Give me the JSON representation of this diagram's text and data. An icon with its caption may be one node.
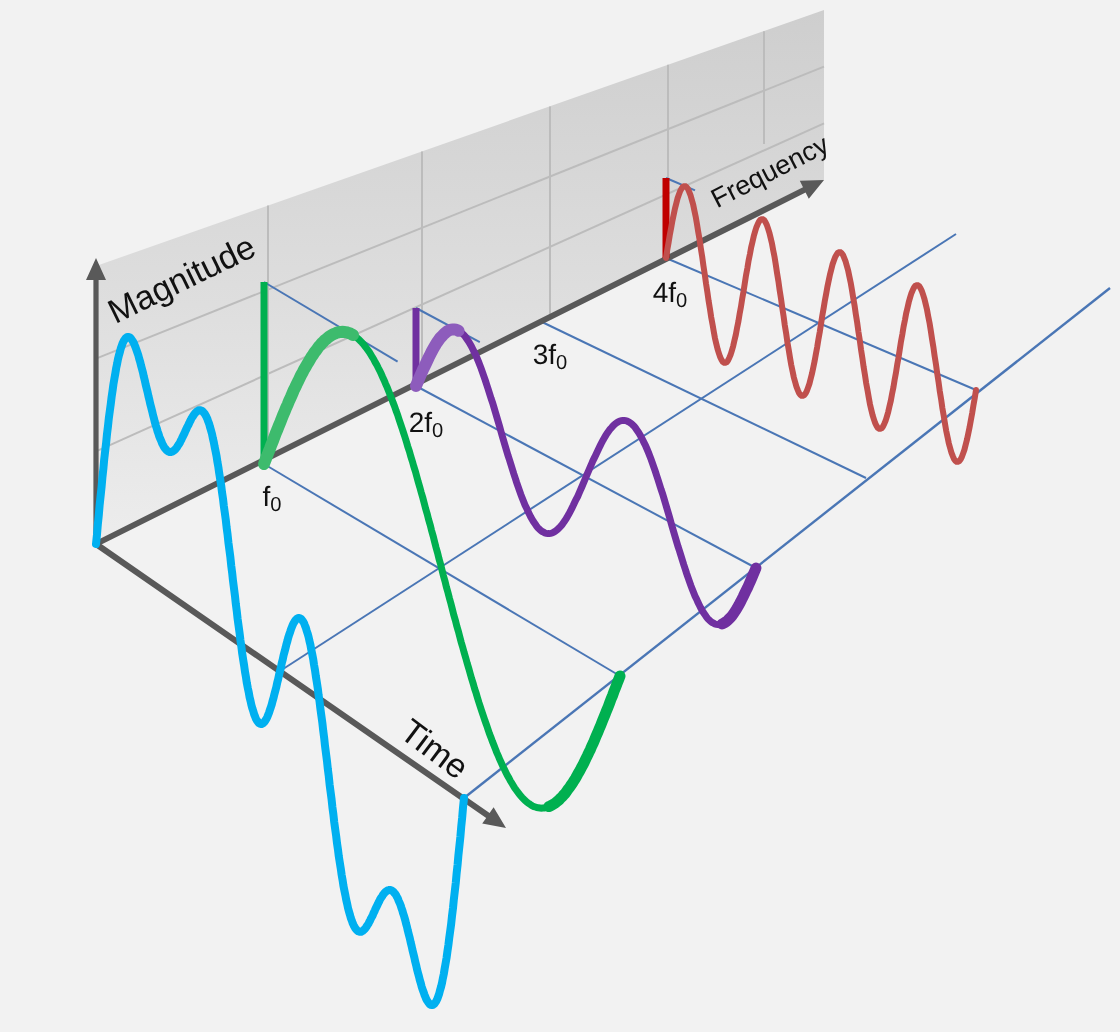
{
  "diagram": {
    "labels": [
      "Magnitude",
      "Frequency",
      "f$_{0}$",
      "2f$_{0}$",
      "3f$_{0}$",
      "4f$_{0}$",
      "Time"
    ]
  }
}
